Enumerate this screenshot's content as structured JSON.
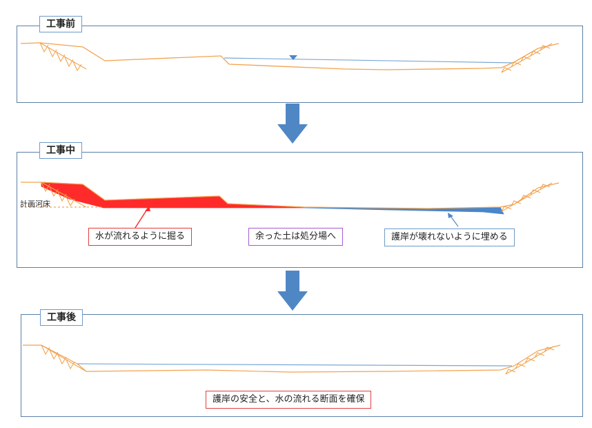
{
  "panels": {
    "before": {
      "label": "工事前"
    },
    "during": {
      "label": "工事中",
      "planned_bed_label": "計画河床",
      "callout_dig": "水が流れるように掘る",
      "callout_surplus": "余った土は処分場へ",
      "callout_fill": "護岸が壊れないように埋める"
    },
    "after": {
      "label": "工事後",
      "callout_result": "護岸の安全と、水の流れる断面を確保"
    }
  },
  "colors": {
    "ground_line": "#f2a24e",
    "water_line": "#7ba7d4",
    "cut_fill": "#ff2a2a",
    "embank_fill": "#4a86c8",
    "flow_arrow": "#4f87c5",
    "border": "#5b7fa6"
  },
  "icons": {
    "water_level": "water-level-triangle-icon",
    "flow": "down-arrow-icon"
  }
}
